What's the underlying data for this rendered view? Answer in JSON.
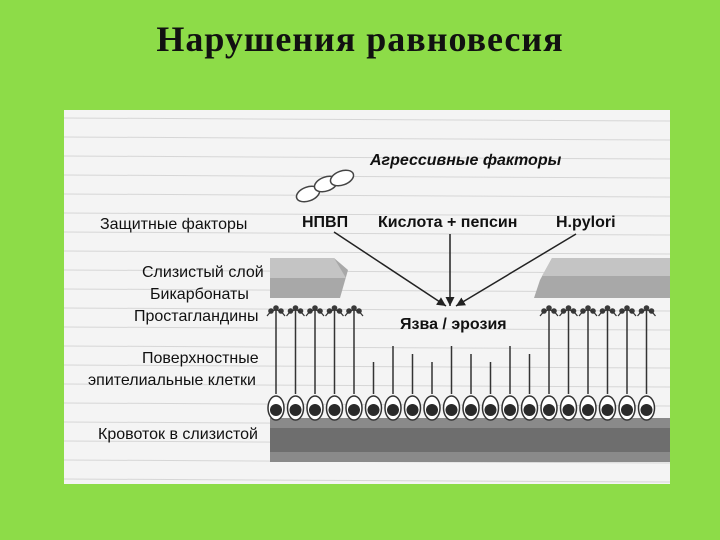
{
  "slide": {
    "title": "Нарушения равновесия",
    "background": "#8ddc48"
  },
  "diagram": {
    "aggressive_header": "Агрессивные факторы",
    "aggressive_items": [
      "НПВП",
      "Кислота + пепсин",
      "H.pylori"
    ],
    "center_label": "Язва / эрозия",
    "protective_header": "Защитные факторы",
    "mucus_factors": [
      "Слизистый слой",
      "Бикарбонаты",
      "Простагландины"
    ],
    "epithelium_label_line1": "Поверхностные",
    "epithelium_label_line2": "эпителиальные клетки",
    "blood_flow_label": "Кровоток в слизистой",
    "icons": [
      "pill-icon",
      "epithelial-cell-icon"
    ]
  }
}
